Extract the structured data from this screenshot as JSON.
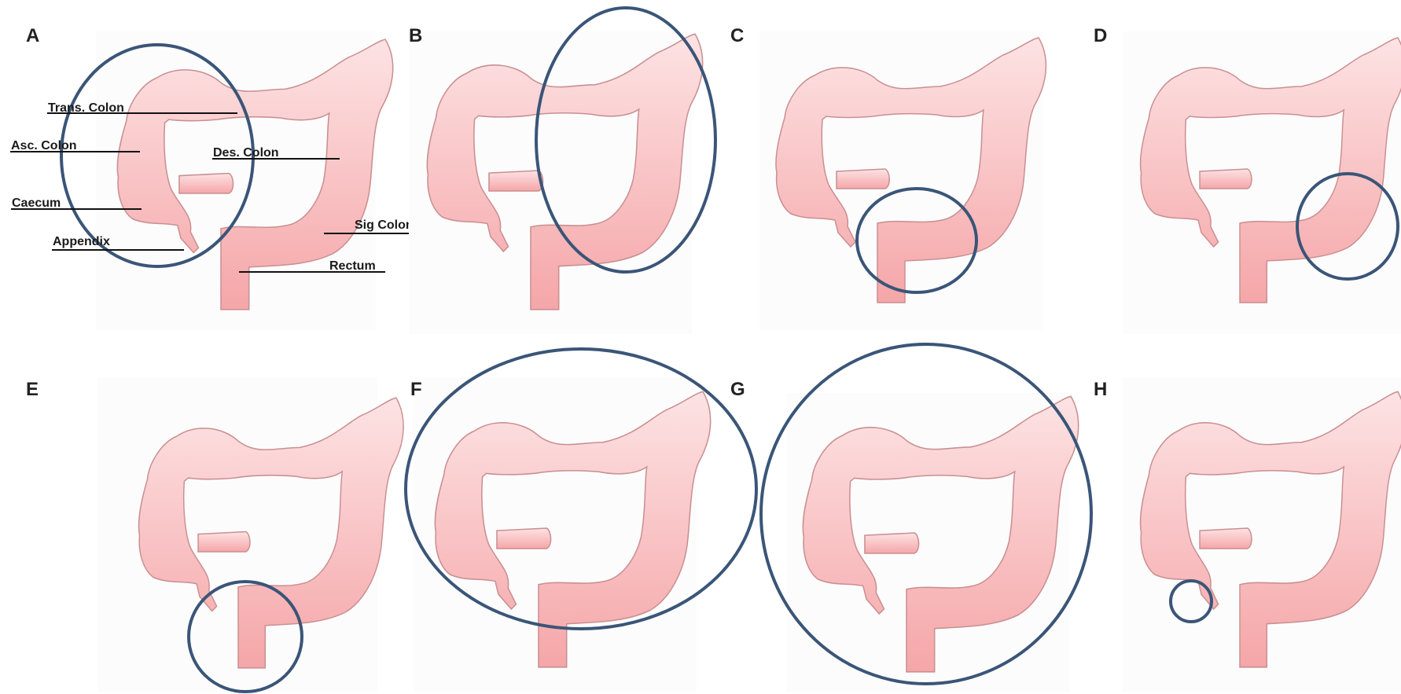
{
  "figure": {
    "panels": [
      {
        "id": "A",
        "letter": "A",
        "region": "Right colon (caecum, ascending, transverse)"
      },
      {
        "id": "B",
        "letter": "B",
        "region": "Left colon (descending)"
      },
      {
        "id": "C",
        "letter": "C",
        "region": "Rectosigmoid"
      },
      {
        "id": "D",
        "letter": "D",
        "region": "Sigmoid"
      },
      {
        "id": "E",
        "letter": "E",
        "region": "Rectum"
      },
      {
        "id": "F",
        "letter": "F",
        "region": "Entire colon"
      },
      {
        "id": "G",
        "letter": "G",
        "region": "Entire colon and rectum"
      },
      {
        "id": "H",
        "letter": "H",
        "region": "Appendix"
      }
    ],
    "anatomy_labels": {
      "transverse": "Trans. Colon",
      "ascending": "Asc. Colon",
      "descending": "Des. Colon",
      "caecum": "Caecum",
      "appendix": "Appendix",
      "sigmoid": "Sig Colon",
      "rectum": "Rectum"
    },
    "colors": {
      "colon_top": "#fde3e4",
      "colon_bottom": "#f5a6a8",
      "colon_outline": "#c98f92",
      "highlight_ring": "#3a5578",
      "text": "#1a1a1a"
    }
  }
}
